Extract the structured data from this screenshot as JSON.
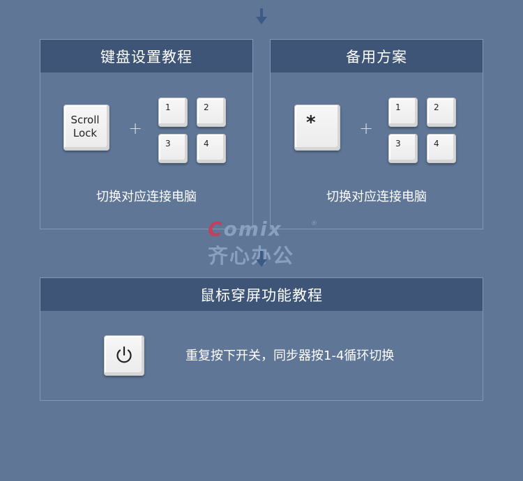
{
  "panels": {
    "keyboard": {
      "title": "键盘设置教程",
      "hotkey_label_line1": "Scroll",
      "hotkey_label_line2": "Lock",
      "plus": "+",
      "keys": [
        "1",
        "2",
        "3",
        "4"
      ],
      "caption": "切换对应连接电脑"
    },
    "backup": {
      "title": "备用方案",
      "hotkey_label": "*",
      "plus": "+",
      "keys": [
        "1",
        "2",
        "3",
        "4"
      ],
      "caption": "切换对应连接电脑"
    },
    "mouse": {
      "title": "鼠标穿屏功能教程",
      "icon": "power-icon",
      "caption": "重复按下开关，同步器按1-4循环切换"
    }
  },
  "watermark": {
    "brand_first": "C",
    "brand_rest": "omix",
    "registered": "®",
    "cn": "齐心办公"
  },
  "colors": {
    "background": "#5f7696",
    "header": "#3e5577",
    "arrow": "#3d5a86",
    "brand_red": "#c2405a"
  }
}
